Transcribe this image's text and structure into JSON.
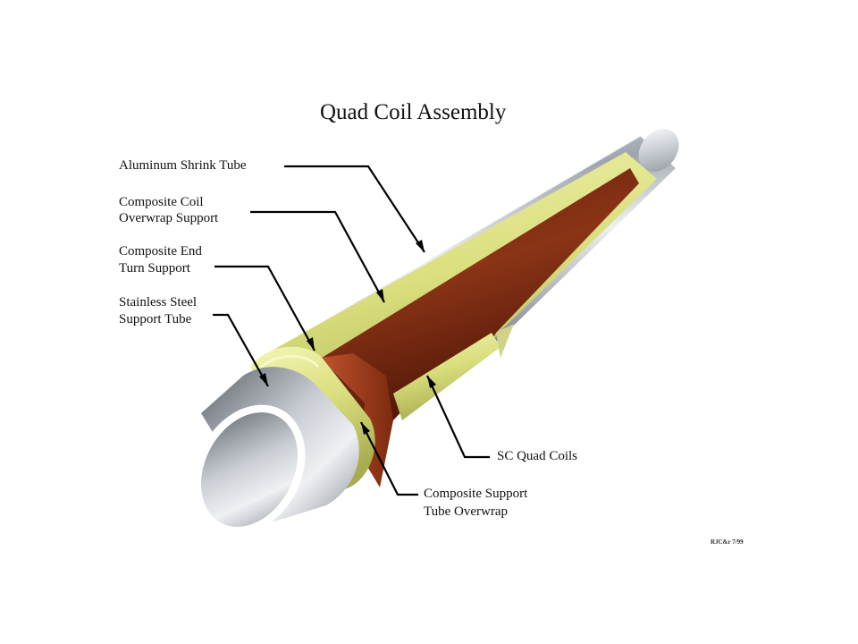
{
  "title": "Quad Coil Assembly",
  "labels": {
    "aluminum_shrink_tube": "Aluminum Shrink Tube",
    "composite_coil_overwrap_support": [
      "Composite Coil",
      "Overwrap Support"
    ],
    "composite_end_turn_support": [
      "Composite End",
      "Turn Support"
    ],
    "stainless_steel_support_tube": [
      "Stainless Steel",
      "Support Tube"
    ],
    "sc_quad_coils": "SC Quad Coils",
    "composite_support_tube_overwrap": [
      "Composite Support",
      "Tube Overwrap"
    ]
  },
  "credit": "RJC&r 7/99",
  "colors": {
    "steel": "#b8bcc4",
    "composite": "#dfe38a",
    "coil": "#7a2a12",
    "background": "#ffffff"
  }
}
